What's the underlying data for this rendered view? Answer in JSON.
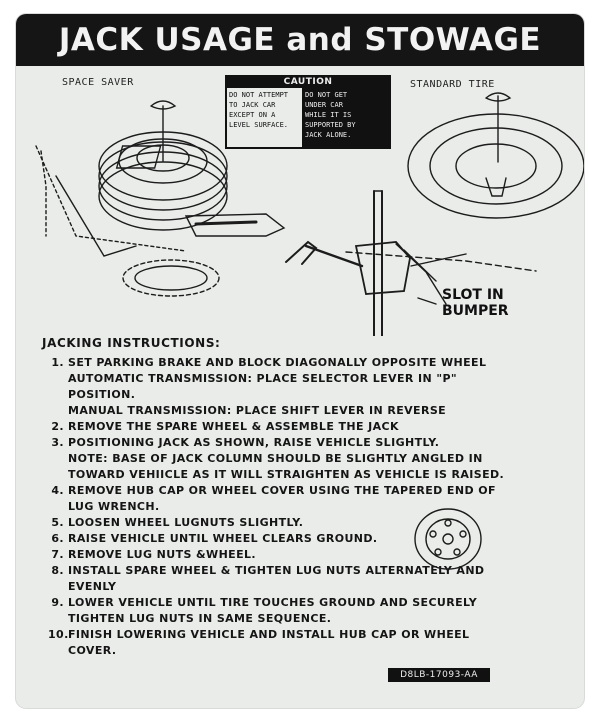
{
  "title": "JACK USAGE and STOWAGE",
  "labels": {
    "space_saver": "SPACE SAVER",
    "standard_tire": "STANDARD TIRE",
    "slot_line1": "SLOT IN",
    "slot_line2": "BUMPER"
  },
  "caution": {
    "heading": "CAUTION",
    "left": [
      "DO NOT ATTEMPT",
      "TO JACK CAR",
      "EXCEPT ON A",
      "LEVEL SURFACE."
    ],
    "right": [
      "DO NOT GET",
      "UNDER CAR",
      "WHILE IT IS",
      "SUPPORTED BY",
      "JACK ALONE."
    ]
  },
  "instructions": {
    "heading": "JACKING INSTRUCTIONS:",
    "steps": [
      {
        "num": "1.",
        "text": "SET PARKING BRAKE AND BLOCK DIAGONALLY OPPOSITE WHEEL"
      },
      {
        "num": "",
        "text": "AUTOMATIC  TRANSMISSION:  PLACE SELECTOR  LEVER IN \"P\""
      },
      {
        "num": "",
        "text": "POSITION."
      },
      {
        "num": "",
        "text": "MANUAL TRANSMISSION: PLACE SHIFT LEVER IN REVERSE"
      },
      {
        "num": "2.",
        "text": "REMOVE THE SPARE WHEEL & ASSEMBLE THE JACK"
      },
      {
        "num": "3.",
        "text": "POSITIONING JACK AS SHOWN, RAISE VEHICLE SLIGHTLY."
      },
      {
        "num": "",
        "text": "NOTE: BASE OF JACK COLUMN SHOULD BE SLIGHTLY ANGLED IN"
      },
      {
        "num": "",
        "text": "TOWARD VEHIICLE AS IT WILL STRAIGHTEN AS VEHICLE IS RAISED."
      },
      {
        "num": "4.",
        "text": "REMOVE HUB CAP OR WHEEL COVER USING THE TAPERED END OF"
      },
      {
        "num": "",
        "text": "LUG WRENCH."
      },
      {
        "num": "5.",
        "text": "LOOSEN WHEEL LUGNUTS SLIGHTLY."
      },
      {
        "num": "6.",
        "text": "RAISE VEHICLE UNTIL WHEEL CLEARS GROUND."
      },
      {
        "num": "7.",
        "text": "REMOVE LUG NUTS &WHEEL."
      },
      {
        "num": "8.",
        "text": "INSTALL SPARE WHEEL &  TIGHTEN LUG NUTS ALTERNATELY AND"
      },
      {
        "num": "",
        "text": "EVENLY"
      },
      {
        "num": "9.",
        "text": "LOWER VEHICLE UNTIL TIRE TOUCHES GROUND AND SECURELY"
      },
      {
        "num": "",
        "text": "TIGHTEN LUG NUTS IN SAME SEQUENCE."
      },
      {
        "num": "10.",
        "text": "FINISH LOWERING VEHICLE AND INSTALL HUB CAP OR WHEEL"
      },
      {
        "num": "",
        "text": "COVER."
      }
    ]
  },
  "part_number": "D8LB-17093-AA",
  "colors": {
    "background": "#e9ece9",
    "ink": "#151515",
    "title_text": "#f2f2f2"
  }
}
